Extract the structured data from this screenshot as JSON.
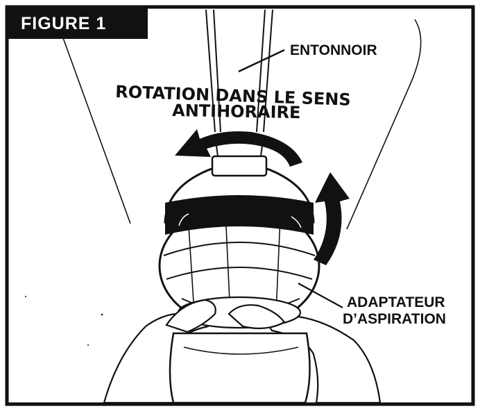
{
  "figure": {
    "label": "FIGURE 1"
  },
  "labels": {
    "funnel": "ENTONNOIR",
    "rotation_line1": "ROTATION DANS LE SENS",
    "rotation_line2": "ANTIHORAIRE",
    "adapter_line1": "ADAPTATEUR",
    "adapter_line2": "D’ASPIRATION"
  },
  "colors": {
    "ink": "#111111",
    "paper": "#ffffff",
    "tab": "#111111"
  }
}
